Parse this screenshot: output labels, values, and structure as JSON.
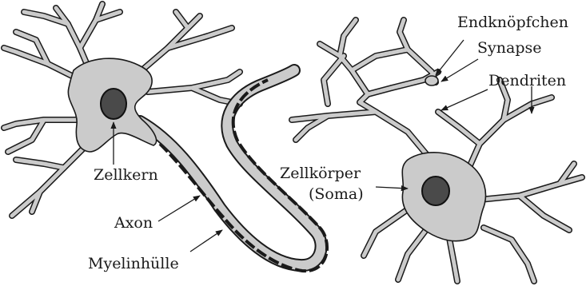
{
  "labels": {
    "zellkern": "Zellkern",
    "axon": "Axon",
    "myelinhuelle": "Myelinhülle",
    "endknoepfchen": "Endknöpfchen",
    "synapse": "Synapse",
    "dendriten": "Dendriten",
    "zellkoerper": "Zellkörper",
    "soma": "(Soma)"
  }
}
